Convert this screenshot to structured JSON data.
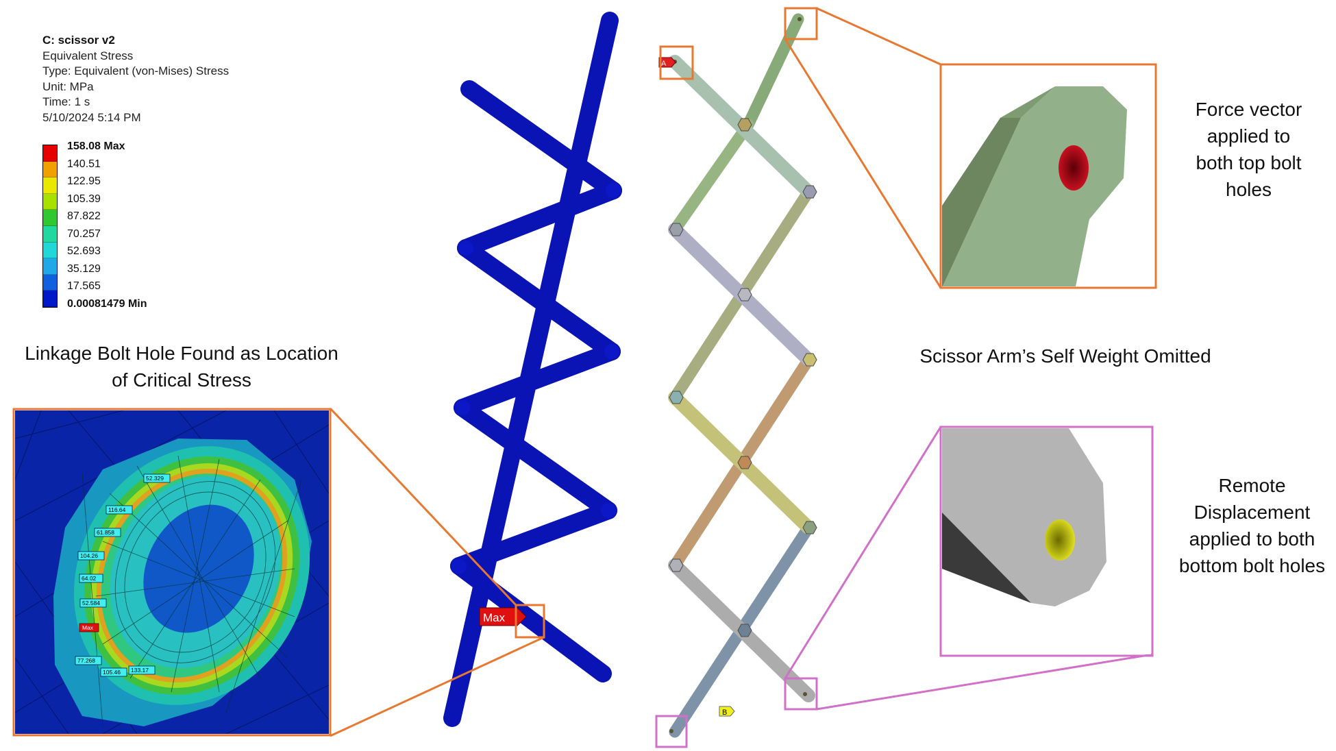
{
  "info": {
    "title": "C: scissor v2",
    "lines": [
      "Equivalent Stress",
      "Type: Equivalent (von-Mises) Stress",
      "Unit: MPa",
      "Time: 1 s",
      "5/10/2024 5:14 PM"
    ]
  },
  "legend": {
    "colors": [
      "#e60000",
      "#f0a000",
      "#e8e800",
      "#a8e000",
      "#30c830",
      "#20d8a0",
      "#20d8d8",
      "#20a8e8",
      "#1060e0",
      "#0018c8"
    ],
    "labels": [
      "158.08 Max",
      "140.51",
      "122.95",
      "105.39",
      "87.822",
      "70.257",
      "52.693",
      "35.129",
      "17.565",
      "0.00081479 Min"
    ]
  },
  "captions": {
    "critical_stress": "Linkage Bolt Hole Found as Location of Critical Stress",
    "self_weight": "Scissor Arm’s Self Weight Omitted",
    "force_vector": "Force vector applied to both top bolt holes",
    "remote_displacement": "Remote Displacement applied to both bottom bolt holes"
  },
  "markers": {
    "max": "Max",
    "a": "A",
    "b": "B"
  },
  "zoom_probes": [
    "52.329",
    "116.64",
    "61.858",
    "104.26",
    "64.02",
    "52.584",
    "Max",
    "77.268",
    "105.46",
    "133.17"
  ]
}
